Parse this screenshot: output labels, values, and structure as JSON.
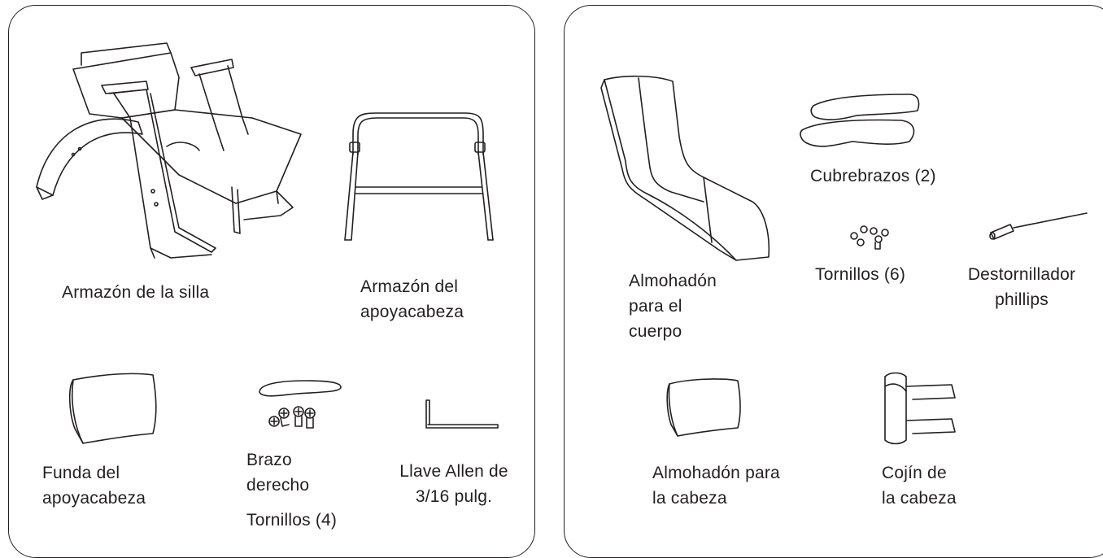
{
  "left_panel": {
    "chair_frame": "Armazón de la silla",
    "headrest_frame": "Armazón del\napoyacabeza",
    "headrest_cover": "Funda del\napoyacabeza",
    "right_arm": "Brazo\nderecho",
    "right_arm_screws": "Tornillos (4)",
    "allen_key": "Llave Allen de\n3/16 pulg."
  },
  "right_panel": {
    "body_cushion": "Almohadón\npara el\ncuerpo",
    "arm_covers": "Cubrebrazos (2)",
    "screws": "Tornillos (6)",
    "screwdriver": "Destornillador\nphillips",
    "head_pillow": "Almohadón para\nla cabeza",
    "head_cushion": "Cojín de\nla cabeza"
  }
}
